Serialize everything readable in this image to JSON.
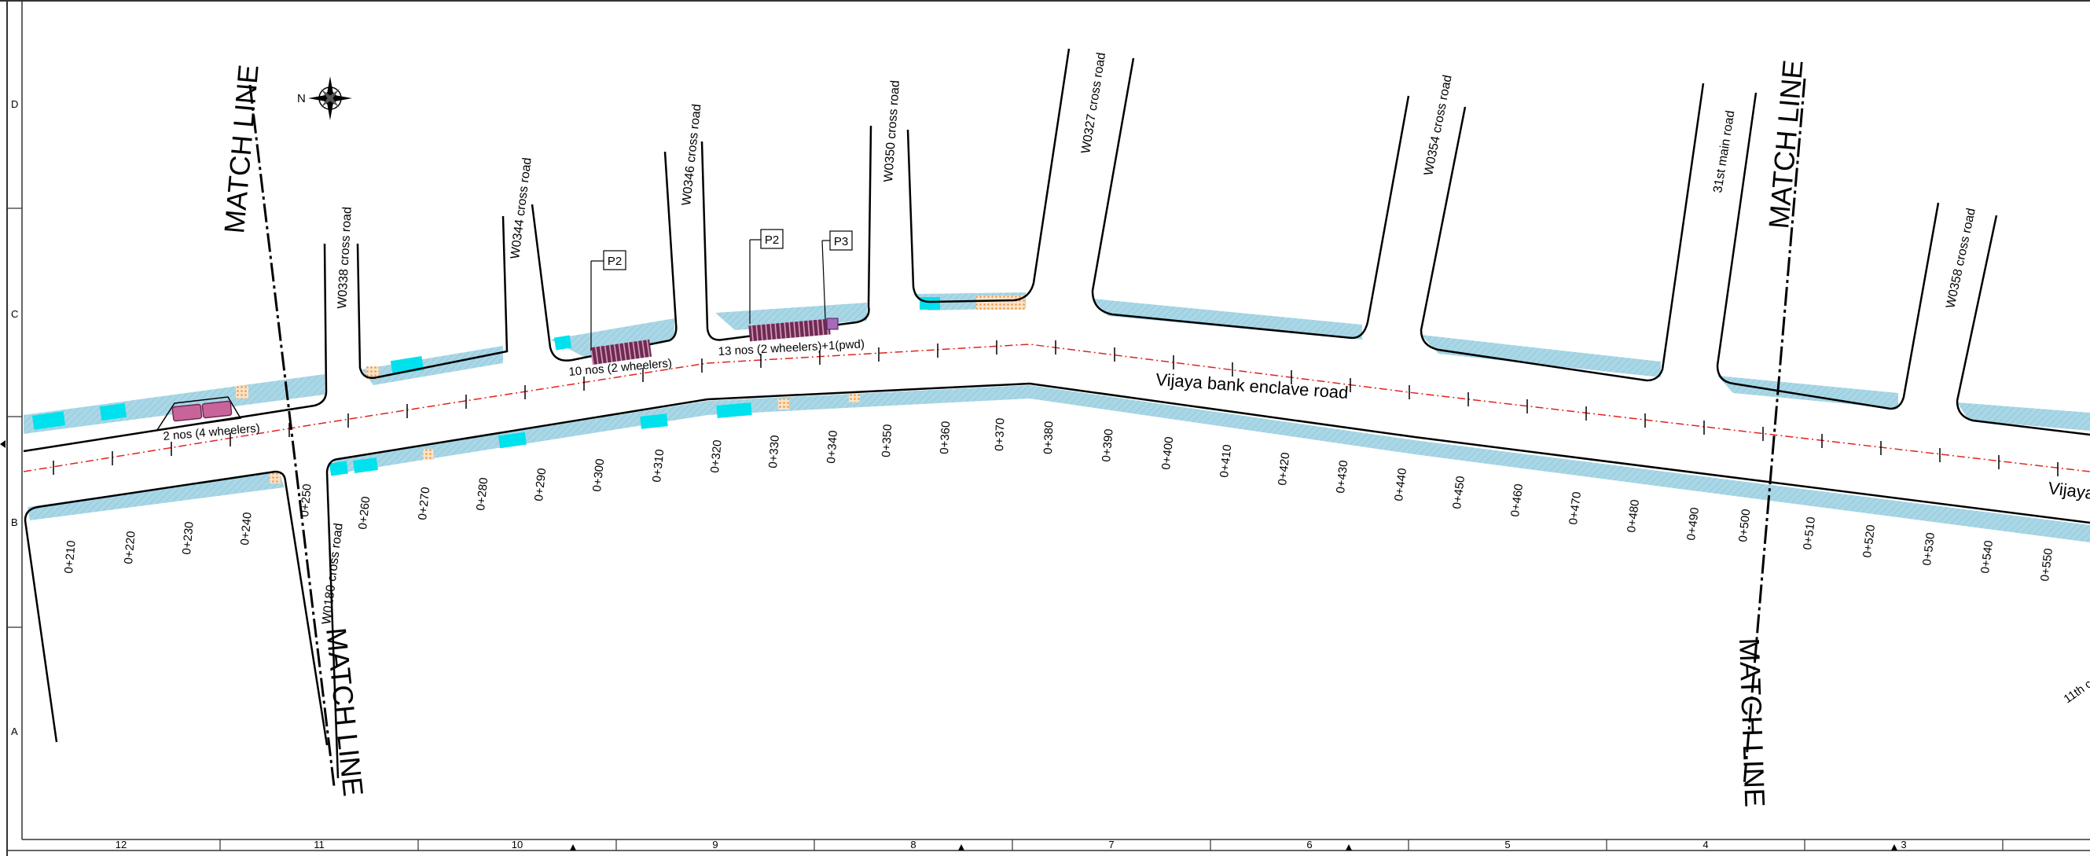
{
  "plan": {
    "main_road": {
      "name": "Vijaya bank enclave road",
      "name_cut": "Vijaya"
    },
    "cross_roads": [
      "W0338 cross road",
      "W0344 cross road",
      "W0346 cross road",
      "W0350 cross road",
      "W0327 cross road",
      "W0354 cross road",
      "31st main road",
      "W0358 cross road",
      "W0180 cross road",
      "11th c"
    ],
    "match_line": "MATCH LINE",
    "chainages": [
      "0+210",
      "0+220",
      "0+230",
      "0+240",
      "0+250",
      "0+260",
      "0+270",
      "0+280",
      "0+290",
      "0+300",
      "0+310",
      "0+320",
      "0+330",
      "0+340",
      "0+350",
      "0+360",
      "0+370",
      "0+380",
      "0+390",
      "0+400",
      "0+410",
      "0+420",
      "0+430",
      "0+440",
      "0+450",
      "0+460",
      "0+470",
      "0+480",
      "0+490",
      "0+500",
      "0+510",
      "0+520",
      "0+530",
      "0+540",
      "0+550"
    ],
    "parking": {
      "four_wheelers": "2 nos (4 wheelers)",
      "two_wheelers_a": "10 nos (2 wheelers)",
      "two_wheelers_b": "13 nos (2 wheelers)+1(pwd)"
    },
    "tags": {
      "p2_a": "P2",
      "p2_b": "P2",
      "p3": "P3"
    },
    "compass": {
      "north": "N"
    },
    "grid": {
      "columns": [
        "12",
        "11",
        "10",
        "9",
        "8",
        "7",
        "6",
        "5",
        "4",
        "3"
      ],
      "rows": [
        "D",
        "C",
        "B",
        "A"
      ]
    }
  },
  "colors": {
    "footpath": "#a9d7e6",
    "cyan_patch": "#00e1ee",
    "tactile": "#f3c99a",
    "centerline": "#e0241f",
    "parking_fill": "#c9649a"
  }
}
